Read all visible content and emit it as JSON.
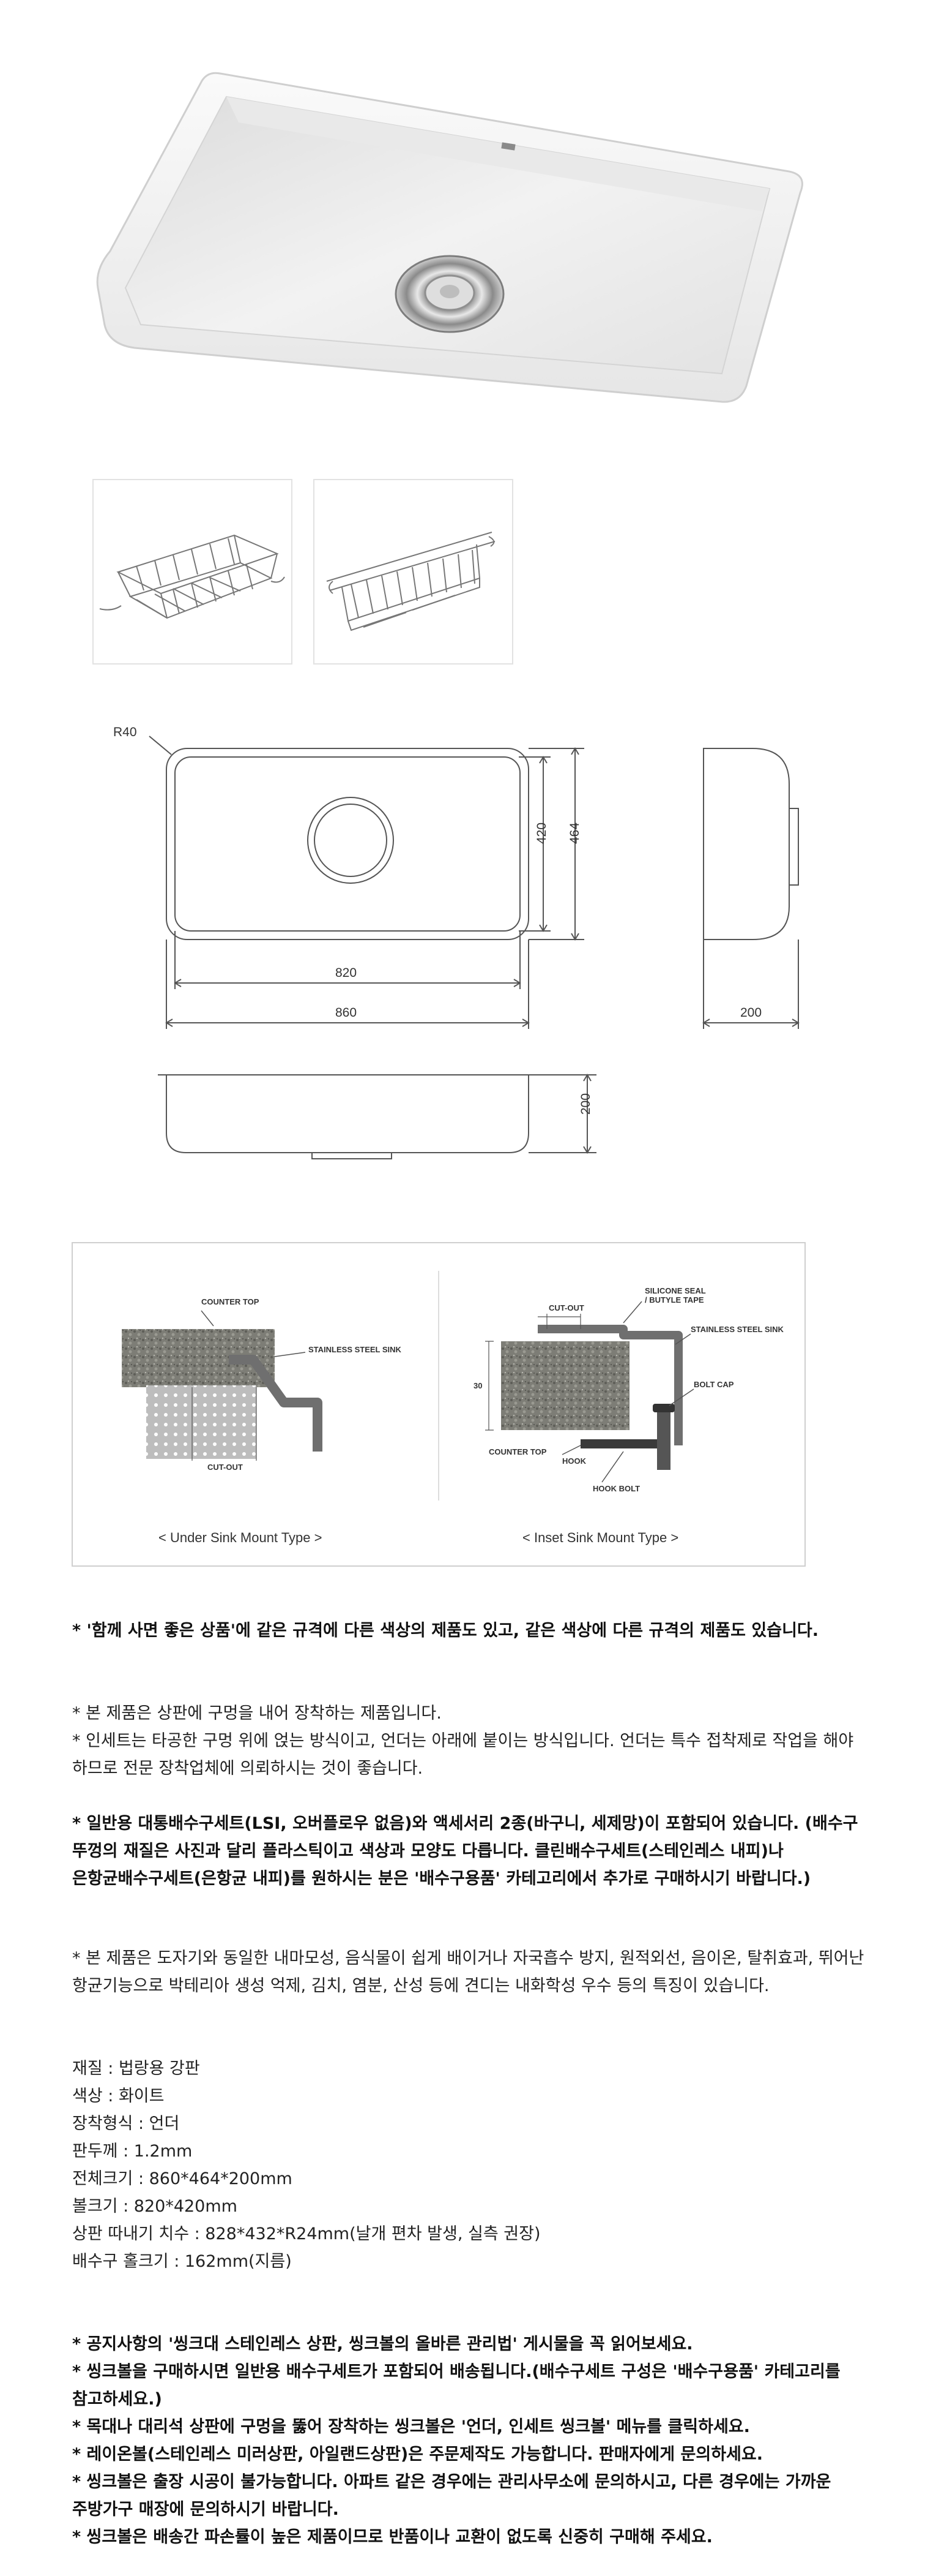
{
  "options": {
    "drainer_basket_alt": "",
    "sink_rack_alt": ""
  },
  "dimensions": {
    "corner_radius": "R40",
    "inner_height": "420",
    "outer_height": "464",
    "inner_width": "820",
    "outer_width": "860",
    "side_depth": "200",
    "front_depth": "200"
  },
  "mount_diagram": {
    "left": {
      "counter_top": "COUNTER TOP",
      "steel_sink": "STAINLESS STEEL SINK",
      "cut_out": "CUT-OUT",
      "caption": "< Under Sink Mount Type >"
    },
    "right": {
      "cut_out": "CUT-OUT",
      "silicone_seal": "SILICONE SEAL",
      "butyle_tape": "/ BUTYLE TAPE",
      "steel_sink": "STAINLESS STEEL SINK",
      "bolt_cap": "BOLT CAP",
      "thickness": "30",
      "counter_top": "COUNTER TOP",
      "hook": "HOOK",
      "hook_bolt": "HOOK BOLT",
      "caption": "< Inset Sink Mount Type >"
    }
  },
  "notice_1": "* '함께 사면 좋은 상품'에 같은 규격에 다른 색상의 제품도 있고, 같은 색상에 다른 규격의 제품도 있습니다.",
  "notice_2a": "* 본 제품은 상판에 구멍을 내어 장착하는 제품입니다.",
  "notice_2b": "* 인세트는 타공한 구멍 위에 얹는 방식이고, 언더는 아래에 붙이는 방식입니다. 언더는 특수 접착제로 작업을 해야 하므로 전문 장착업체에 의뢰하시는 것이 좋습니다.",
  "notice_3": "* 일반용 대통배수구세트(LSI, 오버플로우 없음)와 액세서리 2종(바구니, 세제망)이 포함되어 있습니다. (배수구 뚜껑의 재질은 사진과 달리 플라스틱이고 색상과 모양도 다릅니다. 클린배수구세트(스테인레스 내피)나 은항균배수구세트(은항균 내피)를 원하시는 분은 '배수구용품' 카테고리에서 추가로 구매하시기 바랍니다.)",
  "notice_4": "*  본 제품은 도자기와 동일한 내마모성, 음식물이 쉽게 배이거나 자국흡수 방지, 원적외선, 음이온, 탈취효과, 뛰어난 항균기능으로 박테리아 생성 억제, 김치, 염분, 산성 등에 견디는 내화학성 우수 등의 특징이 있습니다.",
  "specs": [
    "재질 : 법랑용 강판",
    "색상 : 화이트",
    "장착형식 : 언더",
    "판두께 : 1.2mm",
    "전체크기 : 860*464*200mm",
    "볼크기 : 820*420mm",
    "상판 따내기 치수 : 828*432*R24mm(날개 편차 발생, 실측 권장)",
    "배수구 홀크기 : 162mm(지름)"
  ],
  "notices_final": [
    "* 공지사항의 '씽크대 스테인레스 상판, 씽크볼의 올바른 관리법' 게시물을 꼭 읽어보세요.",
    "* 씽크볼을 구매하시면 일반용 배수구세트가 포함되어 배송됩니다.(배수구세트 구성은 '배수구용품' 카테고리를 참고하세요.)",
    "* 목대나 대리석 상판에 구멍을 뚫어 장착하는 씽크볼은 '언더, 인세트 씽크볼' 메뉴를 클릭하세요.",
    "* 레이온볼(스테인레스 미러상판, 아일랜드상판)은 주문제작도 가능합니다. 판매자에게 문의하세요.",
    "* 씽크볼은 출장 시공이 불가능합니다. 아파트 같은 경우에는 관리사무소에 문의하시고, 다른 경우에는 가까운 주방가구 매장에 문의하시기 바랍니다.",
    "* 씽크볼은 배송간 파손률이 높은 제품이므로 반품이나 교환이 없도록 신중히 구매해 주세요."
  ],
  "colors": {
    "sink_white": "#f4f4f4",
    "sink_shadow": "#c9c9c9",
    "line_drawing": "#555555",
    "granite": "#7a7a72",
    "steel": "#6f6f6f"
  }
}
